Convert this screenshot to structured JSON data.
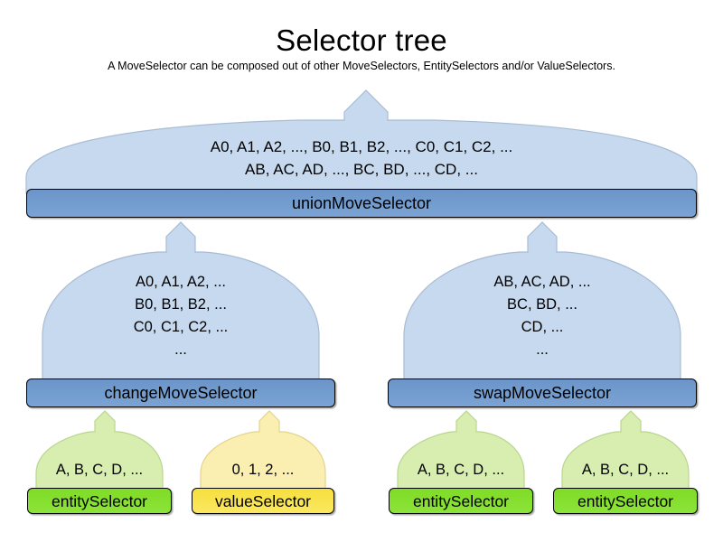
{
  "header": {
    "title": "Selector tree",
    "subtitle": "A MoveSelector can be composed out of other MoveSelectors, EntitySelectors and/or ValueSelectors."
  },
  "colors": {
    "dome_blue": "#c6d9ee",
    "bar_blue": "#6b95c9",
    "dome_green": "#d7eeb0",
    "bar_green": "#7fdc26",
    "dome_yellow": "#faeeb0",
    "bar_yellow": "#f6df3e",
    "outline": "#000000",
    "dome_outline": "#a8bcd4"
  },
  "nodes": {
    "union": {
      "label": "unionMoveSelector",
      "lines": [
        "A0, A1, A2, ..., B0, B1, B2, ..., C0, C1, C2, ...",
        "AB, AC, AD, ..., BC, BD, ..., CD, ..."
      ]
    },
    "change": {
      "label": "changeMoveSelector",
      "lines": [
        "A0, A1, A2, ...",
        "B0, B1, B2, ...",
        "C0, C1, C2, ...",
        "..."
      ]
    },
    "swap": {
      "label": "swapMoveSelector",
      "lines": [
        "AB, AC, AD, ...",
        "BC, BD, ...",
        "CD, ...",
        "..."
      ]
    },
    "leaf1": {
      "label": "entitySelector",
      "lines": [
        "A, B, C, D, ..."
      ]
    },
    "leaf2": {
      "label": "valueSelector",
      "lines": [
        "0, 1, 2, ..."
      ]
    },
    "leaf3": {
      "label": "entitySelector",
      "lines": [
        "A, B, C, D, ..."
      ]
    },
    "leaf4": {
      "label": "entitySelector",
      "lines": [
        "A, B, C, D, ..."
      ]
    }
  }
}
